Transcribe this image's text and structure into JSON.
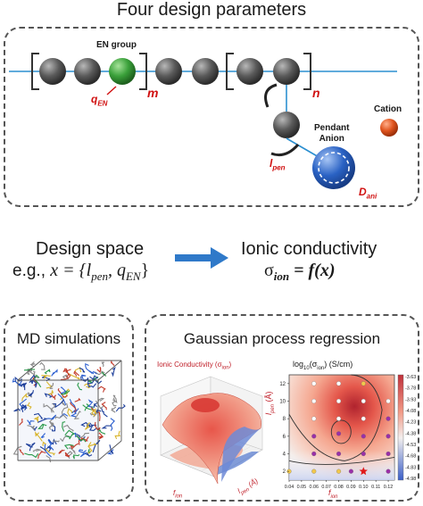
{
  "title": "Four design parameters",
  "polymer": {
    "en_group_label": "EN group",
    "q_en_label": "q",
    "q_en_sub": "EN",
    "m_label": "m",
    "n_label": "n",
    "cation_label": "Cation",
    "pendant_anion_line1": "Pendant",
    "pendant_anion_line2": "Anion",
    "l_pen_label": "l",
    "l_pen_sub": "pen",
    "d_ani_label": "D",
    "d_ani_sub": "ani",
    "colors": {
      "bead": "#5a5a5a",
      "en_bead": "#3aa03a",
      "anion": "#2a62c4",
      "cation": "#e0541e",
      "label_red": "#d01010",
      "backbone": "#2b8fd0"
    }
  },
  "design_space": {
    "title": "Design space",
    "eg_prefix": "e.g., ",
    "equation": "x = {l",
    "equation_sub1": "pen",
    "equation_mid": ", q",
    "equation_sub2": "EN",
    "equation_end": "}"
  },
  "ionic": {
    "title": "Ionic conductivity",
    "sigma": "σ",
    "sigma_sub": "ion",
    "equation": " = f(x)"
  },
  "md_box": {
    "title": "MD simulations"
  },
  "gp_box": {
    "title": "Gaussian process regression",
    "surface_title": "Ionic Conductivity (σ",
    "surface_title_sub": "ion",
    "surface_title_end": ")",
    "surface_xlabel": "f",
    "surface_xlabel_sub": "ion",
    "surface_ylabel": "l",
    "surface_ylabel_sub": "pen",
    "surface_ylabel_unit": " (Å)",
    "contour_title": "log",
    "contour_title_sub": "10",
    "contour_title_end": "(σ",
    "contour_title_sub2": "ion",
    "contour_title_end2": ") (S/cm)",
    "contour_ylabel": "l",
    "contour_ylabel_sub": "pen",
    "contour_ylabel_unit": " (Å)",
    "contour_xlabel": "f",
    "contour_xlabel_sub": "ion"
  },
  "chart_data": {
    "type": "heatmap",
    "title": "log10(σion) (S/cm)",
    "xlabel": "fion",
    "ylabel": "lpen (Å)",
    "x_ticks": [
      "0.04",
      "0.05",
      "0.06",
      "0.07",
      "0.08",
      "0.09",
      "0.10",
      "0.11",
      "0.12"
    ],
    "y_ticks": [
      "2",
      "4",
      "6",
      "8",
      "10",
      "12"
    ],
    "xlim": [
      0.04,
      0.125
    ],
    "ylim": [
      1,
      13
    ],
    "colorbar_ticks": [
      "-3.63",
      "-3.78",
      "-3.93",
      "-4.08",
      "-4.23",
      "-4.38",
      "-4.53",
      "-4.68",
      "-4.83",
      "-4.98"
    ],
    "points": [
      {
        "x": 0.06,
        "y": 12,
        "color": "#ffffff"
      },
      {
        "x": 0.08,
        "y": 12,
        "color": "#ffffff"
      },
      {
        "x": 0.1,
        "y": 12,
        "color": "#f2c84b"
      },
      {
        "x": 0.06,
        "y": 10,
        "color": "#ffffff"
      },
      {
        "x": 0.08,
        "y": 10,
        "color": "#ffffff"
      },
      {
        "x": 0.1,
        "y": 10,
        "color": "#ffffff"
      },
      {
        "x": 0.12,
        "y": 10,
        "color": "#ffffff"
      },
      {
        "x": 0.06,
        "y": 8,
        "color": "#ffffff"
      },
      {
        "x": 0.08,
        "y": 8,
        "color": "#ffffff"
      },
      {
        "x": 0.1,
        "y": 8,
        "color": "#ffffff"
      },
      {
        "x": 0.12,
        "y": 8,
        "color": "#9a2fa8"
      },
      {
        "x": 0.08,
        "y": 6.3,
        "color": "#9a2fa8"
      },
      {
        "x": 0.06,
        "y": 6,
        "color": "#9a2fa8"
      },
      {
        "x": 0.1,
        "y": 6,
        "color": "#9a2fa8"
      },
      {
        "x": 0.12,
        "y": 6,
        "color": "#9a2fa8"
      },
      {
        "x": 0.06,
        "y": 4,
        "color": "#9a2fa8"
      },
      {
        "x": 0.08,
        "y": 4,
        "color": "#9a2fa8"
      },
      {
        "x": 0.1,
        "y": 4,
        "color": "#9a2fa8"
      },
      {
        "x": 0.12,
        "y": 4,
        "color": "#9a2fa8"
      },
      {
        "x": 0.04,
        "y": 2,
        "color": "#f2c84b"
      },
      {
        "x": 0.06,
        "y": 2,
        "color": "#f2c84b"
      },
      {
        "x": 0.08,
        "y": 2,
        "color": "#f2c84b"
      },
      {
        "x": 0.09,
        "y": 2,
        "color": "#9a2fa8"
      },
      {
        "x": 0.12,
        "y": 2,
        "color": "#9a2fa8"
      }
    ],
    "star": {
      "x": 0.1,
      "y": 2,
      "color": "#e01a1a"
    }
  }
}
